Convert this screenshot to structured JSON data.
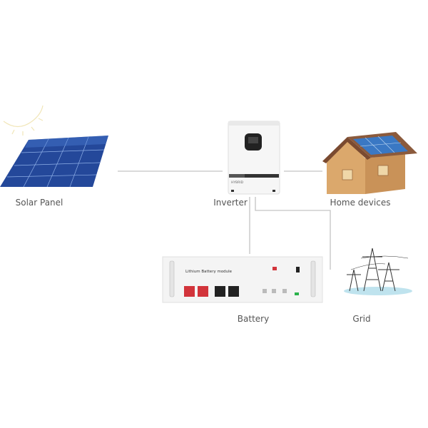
{
  "labels": {
    "solar_panel": "Solar Panel",
    "inverter": "Inverter",
    "home_devices": "Home devices",
    "battery": "Battery",
    "grid": "Grid"
  },
  "device_text": {
    "battery_module": "Lithium Battery module",
    "inverter_brand": "HYBRID"
  },
  "colors": {
    "line": "#bdbdbd",
    "panel": "#2f5fb8",
    "terminal_red": "#d2343b",
    "house": "#d9a46a",
    "roof": "#8b5a3c"
  }
}
